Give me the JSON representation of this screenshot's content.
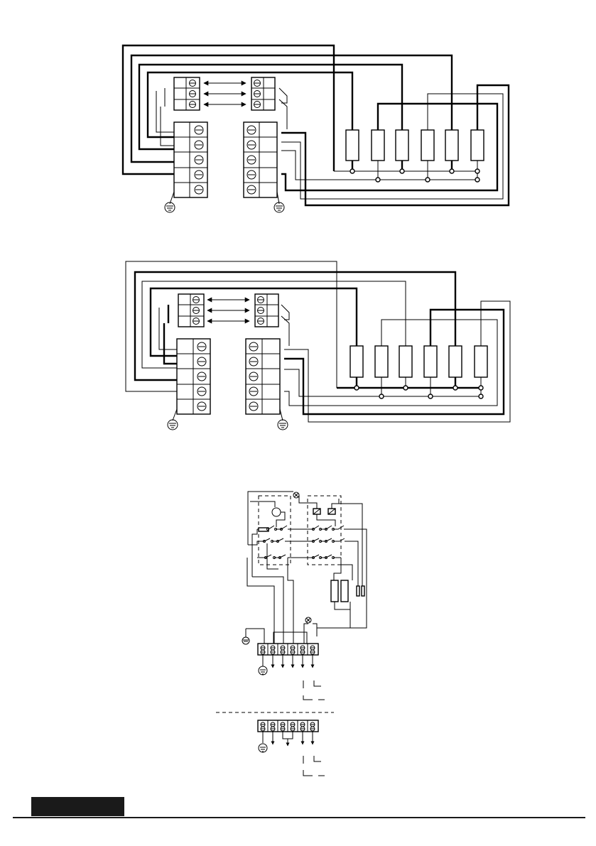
{
  "colors": {
    "ink": "#000000",
    "paper": "#ffffff",
    "footer_tab": "#1a1a1a"
  },
  "diagrams": [
    {
      "id": "wiring-diagram-1",
      "heater_count": 6,
      "left_terminal_count": 5,
      "right_terminal_count": 5,
      "bridge_terminal_count": 3
    },
    {
      "id": "wiring-diagram-2",
      "heater_count": 6,
      "left_terminal_count": 5,
      "right_terminal_count": 5,
      "bridge_terminal_count": 3
    },
    {
      "id": "control-schematic",
      "main_terminal_count": 6,
      "alt_terminal_count": 6
    }
  ],
  "icons": [
    "ground-icon",
    "terminal-screw-icon",
    "lamp-icon",
    "double-arrow-icon"
  ],
  "footer": {
    "tab": "footer-tab"
  }
}
